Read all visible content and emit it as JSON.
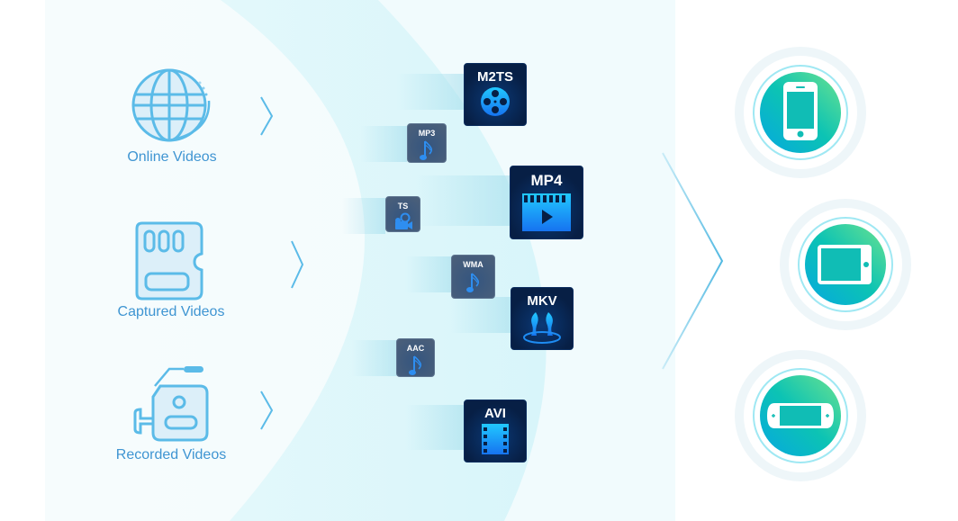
{
  "sources": [
    {
      "label": "Online Videos",
      "icon": "globe-icon"
    },
    {
      "label": "Captured Videos",
      "icon": "sd-card-icon"
    },
    {
      "label": "Recorded Videos",
      "icon": "camcorder-icon"
    }
  ],
  "formats": {
    "m2ts": {
      "label": "M2TS",
      "icon": "film-reel-icon"
    },
    "mp3": {
      "label": "MP3",
      "icon": "music-note-icon"
    },
    "mp4": {
      "label": "MP4",
      "icon": "clapper-play-icon"
    },
    "ts": {
      "label": "TS",
      "icon": "video-camera-icon"
    },
    "wma": {
      "label": "WMA",
      "icon": "music-note-icon"
    },
    "mkv": {
      "label": "MKV",
      "icon": "mkv-logo-icon"
    },
    "aac": {
      "label": "AAC",
      "icon": "music-note-icon"
    },
    "avi": {
      "label": "AVI",
      "icon": "film-strip-icon"
    }
  },
  "devices": [
    {
      "name": "phone",
      "icon": "smartphone-icon"
    },
    {
      "name": "tablet",
      "icon": "tablet-icon"
    },
    {
      "name": "game-console",
      "icon": "handheld-console-icon"
    }
  ],
  "colors": {
    "accent_blue": "#5bbbe8",
    "label_blue": "#3f95d2",
    "device_gradient_start": "#06a8e0",
    "device_gradient_end": "#6be28f",
    "format_tile_dark": "#071f45"
  }
}
